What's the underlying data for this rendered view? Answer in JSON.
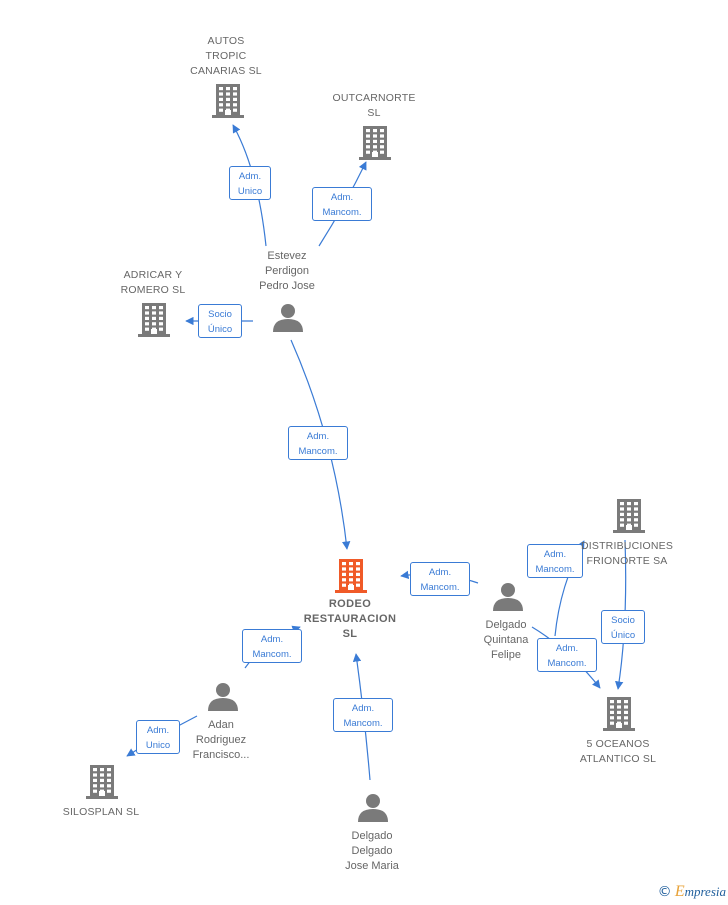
{
  "colors": {
    "edge": "#3a7bd5",
    "company": "#7a7a7a",
    "main_company": "#f05a28",
    "person": "#7a7a7a",
    "label": "#666666"
  },
  "nodes": [
    {
      "id": "autos",
      "type": "company",
      "lines": [
        "AUTOS",
        "TROPIC",
        "CANARIAS SL"
      ]
    },
    {
      "id": "outcar",
      "type": "company",
      "lines": [
        "OUTCARNORTE",
        "SL"
      ]
    },
    {
      "id": "adricar",
      "type": "company",
      "lines": [
        "ADRICAR Y",
        "ROMERO SL"
      ]
    },
    {
      "id": "estevez",
      "type": "person",
      "lines": [
        "Estevez",
        "Perdigon",
        "Pedro Jose"
      ]
    },
    {
      "id": "rodeo",
      "type": "main",
      "lines": [
        "RODEO",
        "RESTAURACION",
        "SL"
      ]
    },
    {
      "id": "distrib",
      "type": "company",
      "lines": [
        "DISTRIBUCIONES",
        "FRIONORTE SA"
      ]
    },
    {
      "id": "felipe",
      "type": "person",
      "lines": [
        "Delgado",
        "Quintana",
        "Felipe"
      ]
    },
    {
      "id": "oceanos",
      "type": "company",
      "lines": [
        "5 OCEANOS",
        "ATLANTICO  SL"
      ]
    },
    {
      "id": "adan",
      "type": "person",
      "lines": [
        "Adan",
        "Rodriguez",
        "Francisco..."
      ]
    },
    {
      "id": "silosplan",
      "type": "company",
      "lines": [
        "SILOSPLAN SL"
      ]
    },
    {
      "id": "josemaria",
      "type": "person",
      "lines": [
        "Delgado",
        "Delgado",
        "Jose Maria"
      ]
    }
  ],
  "edges": [
    {
      "id": "e1",
      "from": "estevez",
      "to": "autos",
      "label": [
        "Adm.",
        "Unico"
      ]
    },
    {
      "id": "e2",
      "from": "estevez",
      "to": "outcar",
      "label": [
        "Adm.",
        "Mancom."
      ]
    },
    {
      "id": "e3",
      "from": "estevez",
      "to": "adricar",
      "label": [
        "Socio",
        "Único"
      ]
    },
    {
      "id": "e4",
      "from": "estevez",
      "to": "rodeo",
      "label": [
        "Adm.",
        "Mancom."
      ]
    },
    {
      "id": "e5",
      "from": "felipe",
      "to": "rodeo",
      "label": [
        "Adm.",
        "Mancom."
      ]
    },
    {
      "id": "e6",
      "from": "felipe",
      "to": "distrib",
      "label": [
        "Adm.",
        "Mancom."
      ]
    },
    {
      "id": "e7",
      "from": "distrib",
      "to": "oceanos",
      "label": [
        "Socio",
        "Único"
      ]
    },
    {
      "id": "e8",
      "from": "felipe",
      "to": "oceanos",
      "label": [
        "Adm.",
        "Mancom."
      ]
    },
    {
      "id": "e9",
      "from": "adan",
      "to": "rodeo",
      "label": [
        "Adm.",
        "Mancom."
      ]
    },
    {
      "id": "e10",
      "from": "adan",
      "to": "silosplan",
      "label": [
        "Adm.",
        "Unico"
      ]
    },
    {
      "id": "e11",
      "from": "josemaria",
      "to": "rodeo",
      "label": [
        "Adm.",
        "Mancom."
      ]
    }
  ],
  "footer": {
    "copyright": "©",
    "brand_initial": "E",
    "brand_rest": "mpresia"
  }
}
